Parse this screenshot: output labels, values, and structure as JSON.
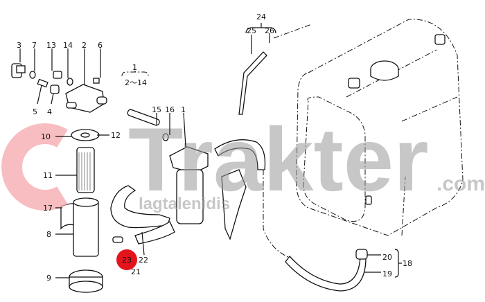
{
  "watermark": {
    "brand": "Trakter",
    ".com": ".com",
    "suffix": ".com",
    "subtext": "lagtalenidis",
    "red": "#e8323c",
    "gray": "#9a9a9a"
  },
  "labels": {
    "l3": "3",
    "l7": "7",
    "l13": "13",
    "l14": "14",
    "l2": "2",
    "l6": "6",
    "l1a": "1",
    "l2to14": "2〜14",
    "l5": "5",
    "l4": "4",
    "l15": "15",
    "l16": "16",
    "l1b": "1",
    "l10": "10",
    "l12": "12",
    "l11": "11",
    "l17": "17",
    "l8": "8",
    "l9": "9",
    "l23": "23",
    "l22": "22",
    "l21": "21",
    "l24": "24",
    "l25": "25",
    "l26": "26",
    "l20": "20",
    "l18": "18",
    "l19": "19"
  },
  "highlight": {
    "part": "23",
    "color": "#e3141b"
  }
}
